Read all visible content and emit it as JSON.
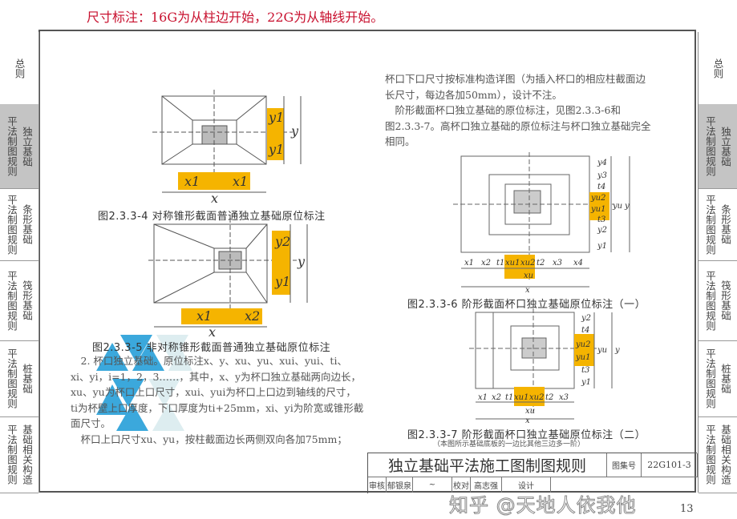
{
  "top_note": "尺寸标注：16G为从柱边开始，22G为从轴线开始。",
  "side_tabs": [
    {
      "main": "总则",
      "sub": ""
    },
    {
      "main": "独立基础",
      "sub": "平法制图规则",
      "active": true
    },
    {
      "main": "条形基础",
      "sub": "平法制图规则"
    },
    {
      "main": "筏形基础",
      "sub": "平法制图规则"
    },
    {
      "main": "桩基础",
      "sub": "平法制图规则"
    },
    {
      "main": "基础相关构造",
      "sub": "平法制图规则"
    }
  ],
  "figures": {
    "fig4": {
      "caption": "图2.3.3-4 对称锥形截面普通独立基础原位标注",
      "labels": {
        "x1a": "x1",
        "x1b": "x1",
        "x": "x",
        "y1a": "y1",
        "y1b": "y1",
        "y": "y"
      }
    },
    "fig5": {
      "caption": "图2.3.3-5 非对称锥形截面普通独立基础原位标注",
      "labels": {
        "x1": "x1",
        "x2": "x2",
        "x": "x",
        "y1": "y1",
        "y2": "y2",
        "y": "y"
      }
    },
    "fig6": {
      "caption": "图2.3.3-6 阶形截面杯口独立基础原位标注（一）",
      "labels": {
        "x1": "x1",
        "x2": "x2",
        "t1": "t1",
        "xu1": "xu1",
        "xu2": "xu2",
        "t2": "t2",
        "x3": "x3",
        "x4": "x4",
        "xu": "xu",
        "x": "x",
        "y1": "y1",
        "y2": "y2",
        "t3": "t3",
        "yu1": "yu1",
        "yu2": "yu2",
        "t4": "t4",
        "y3": "y3",
        "y4": "y4",
        "yu": "yu",
        "y": "y"
      }
    },
    "fig7": {
      "caption": "图2.3.3-7 阶形截面杯口独立基础原位标注（二）",
      "note": "（本图所示基础底板的一边比其他三边多一阶）",
      "labels": {
        "x1": "x1",
        "x2": "x2",
        "t1": "t1",
        "xu1": "xu1",
        "xu2": "xu2",
        "t2": "t2",
        "x3": "x3",
        "xu": "xu",
        "x": "x",
        "y1": "y1",
        "t3": "t3",
        "yu1": "yu1",
        "yu2": "yu2",
        "t4": "t4",
        "y2": "y2",
        "yu": "yu",
        "y": "y"
      }
    }
  },
  "left_text": [
    "　2. 杯口独立基础。原位标注x、y、xu、yu、xui、yui、ti、",
    "xi、yi，i=1，2，3……，其中，x、y为杯口独立基础两向边长，",
    "xu、yu为杯口上口尺寸，xui、yui为杯口上口边到轴线的尺寸，",
    "ti为杯壁上口厚度，下口厚度为ti+25mm，xi、yi为阶宽或锥形截",
    "面尺寸。",
    "　杯口上口尺寸xu、yu，按柱截面边长两侧双向各加75mm；"
  ],
  "right_text": [
    "杯口下口尺寸按标准构造详图（为插入杯口的相应柱截面边",
    "长尺寸，每边各加50mm），设计不注。",
    "　阶形截面杯口独立基础的原位标注，见图2.3.3-6和",
    "图2.3.3-7。高杯口独立基础的原位标注与杯口独立基础完全",
    "相同。"
  ],
  "title_block": {
    "title": "独立基础平法施工图制图规则",
    "atlas_label": "图集号",
    "atlas_no": "22G101-3",
    "review_label": "审核",
    "reviewer": "郁银泉",
    "check_label": "校对",
    "checker": "高志强",
    "design_label": "设计"
  },
  "page_number": "13",
  "watermark": "知乎 @天地人依我他",
  "colors": {
    "highlight": "#f5b400",
    "note_red": "#c8102e",
    "active_tab": "#c4c4c4",
    "watermark_blue": "#1a9ad6"
  }
}
